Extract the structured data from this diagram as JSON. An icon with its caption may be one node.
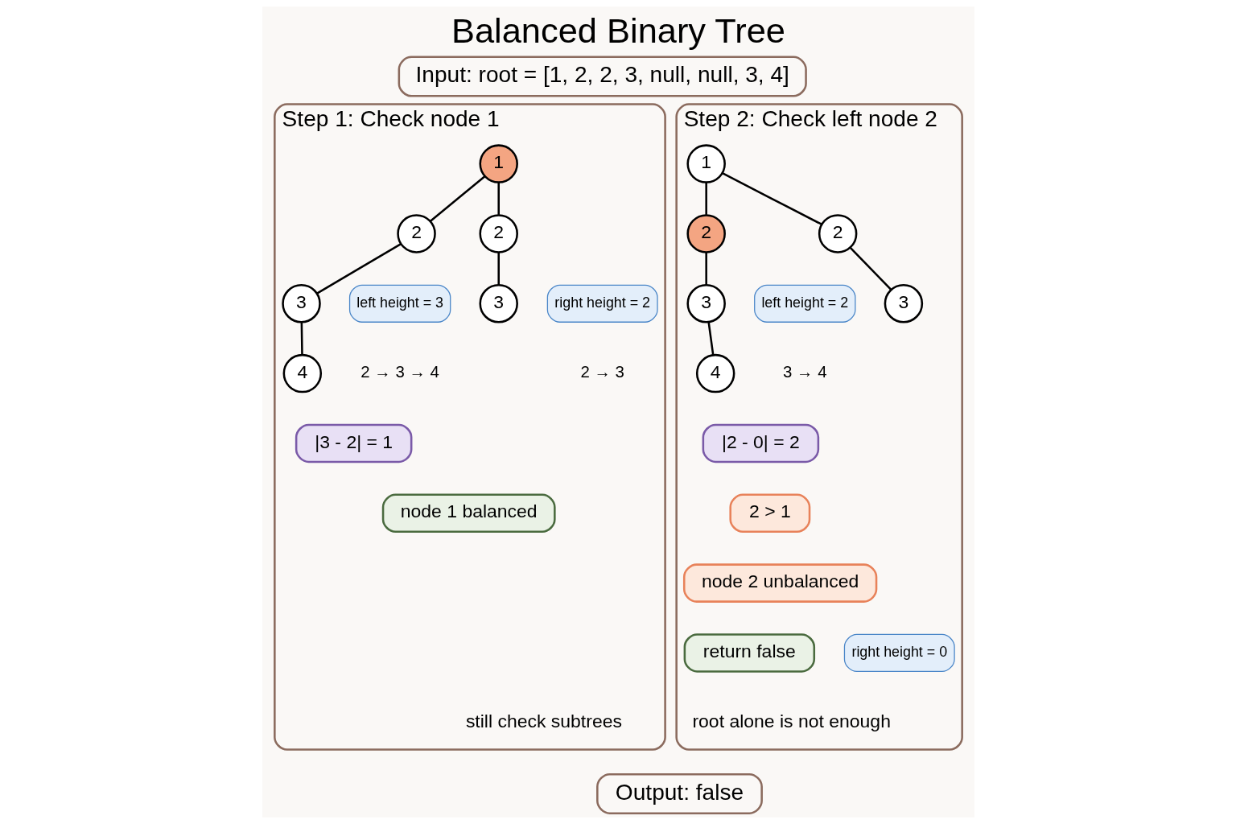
{
  "diagram": {
    "title": "Balanced Binary Tree",
    "nodes": [
      {
        "text": [
          "Input: root = [1, 2, 2, 3, null, null, 3, 4]"
        ]
      },
      {
        "text": [
          "Step 1: Check node 1"
        ]
      },
      {
        "text": [
          "1"
        ],
        "in": 1
      },
      {
        "text": [
          "2"
        ],
        "in": 1
      },
      {
        "text": [
          "2"
        ],
        "in": 1
      },
      {
        "text": [
          "3"
        ],
        "in": 1
      },
      {
        "text": [
          "3"
        ],
        "in": 1
      },
      {
        "text": [
          "4"
        ],
        "in": 1
      },
      {
        "text": [
          "left height = 3"
        ],
        "beside": [
          "2 → 3 → 4"
        ],
        "in": 1
      },
      {
        "text": [
          "right height = 2"
        ],
        "beside": [
          "2 → 3"
        ],
        "in": 1
      },
      {
        "text": [
          "|3 - 2| = 1"
        ],
        "in": 1
      },
      {
        "text": [
          "node 1 balanced"
        ],
        "in": 1
      },
      {
        "text": [
          "Step 2: Check left node 2"
        ]
      },
      {
        "text": [
          "1"
        ],
        "in": 12
      },
      {
        "text": [
          "2"
        ],
        "in": 12
      },
      {
        "text": [
          "2"
        ],
        "in": 12
      },
      {
        "text": [
          "3"
        ],
        "in": 12
      },
      {
        "text": [
          "3"
        ],
        "in": 12
      },
      {
        "text": [
          "4"
        ],
        "in": 12
      },
      {
        "text": [
          "left height = 2"
        ],
        "beside": [
          "3 → 4"
        ],
        "in": 12
      },
      {
        "text": [
          "right height = 0"
        ],
        "in": 12
      },
      {
        "text": [
          "|2 - 0| = 2"
        ],
        "in": 12
      },
      {
        "text": [
          "2 > 1"
        ],
        "in": 12
      },
      {
        "text": [
          "node 2 unbalanced"
        ],
        "in": 12
      },
      {
        "text": [
          "return false"
        ],
        "in": 12
      },
      {
        "text": [
          "Output: false"
        ]
      }
    ],
    "edges": [
      {
        "from": 2,
        "to": 3,
        "arrow": "none"
      },
      {
        "from": 2,
        "to": 4,
        "arrow": "none"
      },
      {
        "from": 3,
        "to": 5,
        "arrow": "none"
      },
      {
        "from": 4,
        "to": 6,
        "arrow": "none"
      },
      {
        "from": 5,
        "to": 7,
        "arrow": "none"
      },
      {
        "from": 13,
        "to": 14,
        "arrow": "none"
      },
      {
        "from": 13,
        "to": 15,
        "arrow": "none"
      },
      {
        "from": 14,
        "to": 16,
        "arrow": "none"
      },
      {
        "from": 15,
        "to": 17,
        "arrow": "none"
      },
      {
        "from": 16,
        "to": 18,
        "arrow": "none"
      }
    ],
    "labels": [
      "still check subtrees",
      "root alone is not enough"
    ]
  }
}
